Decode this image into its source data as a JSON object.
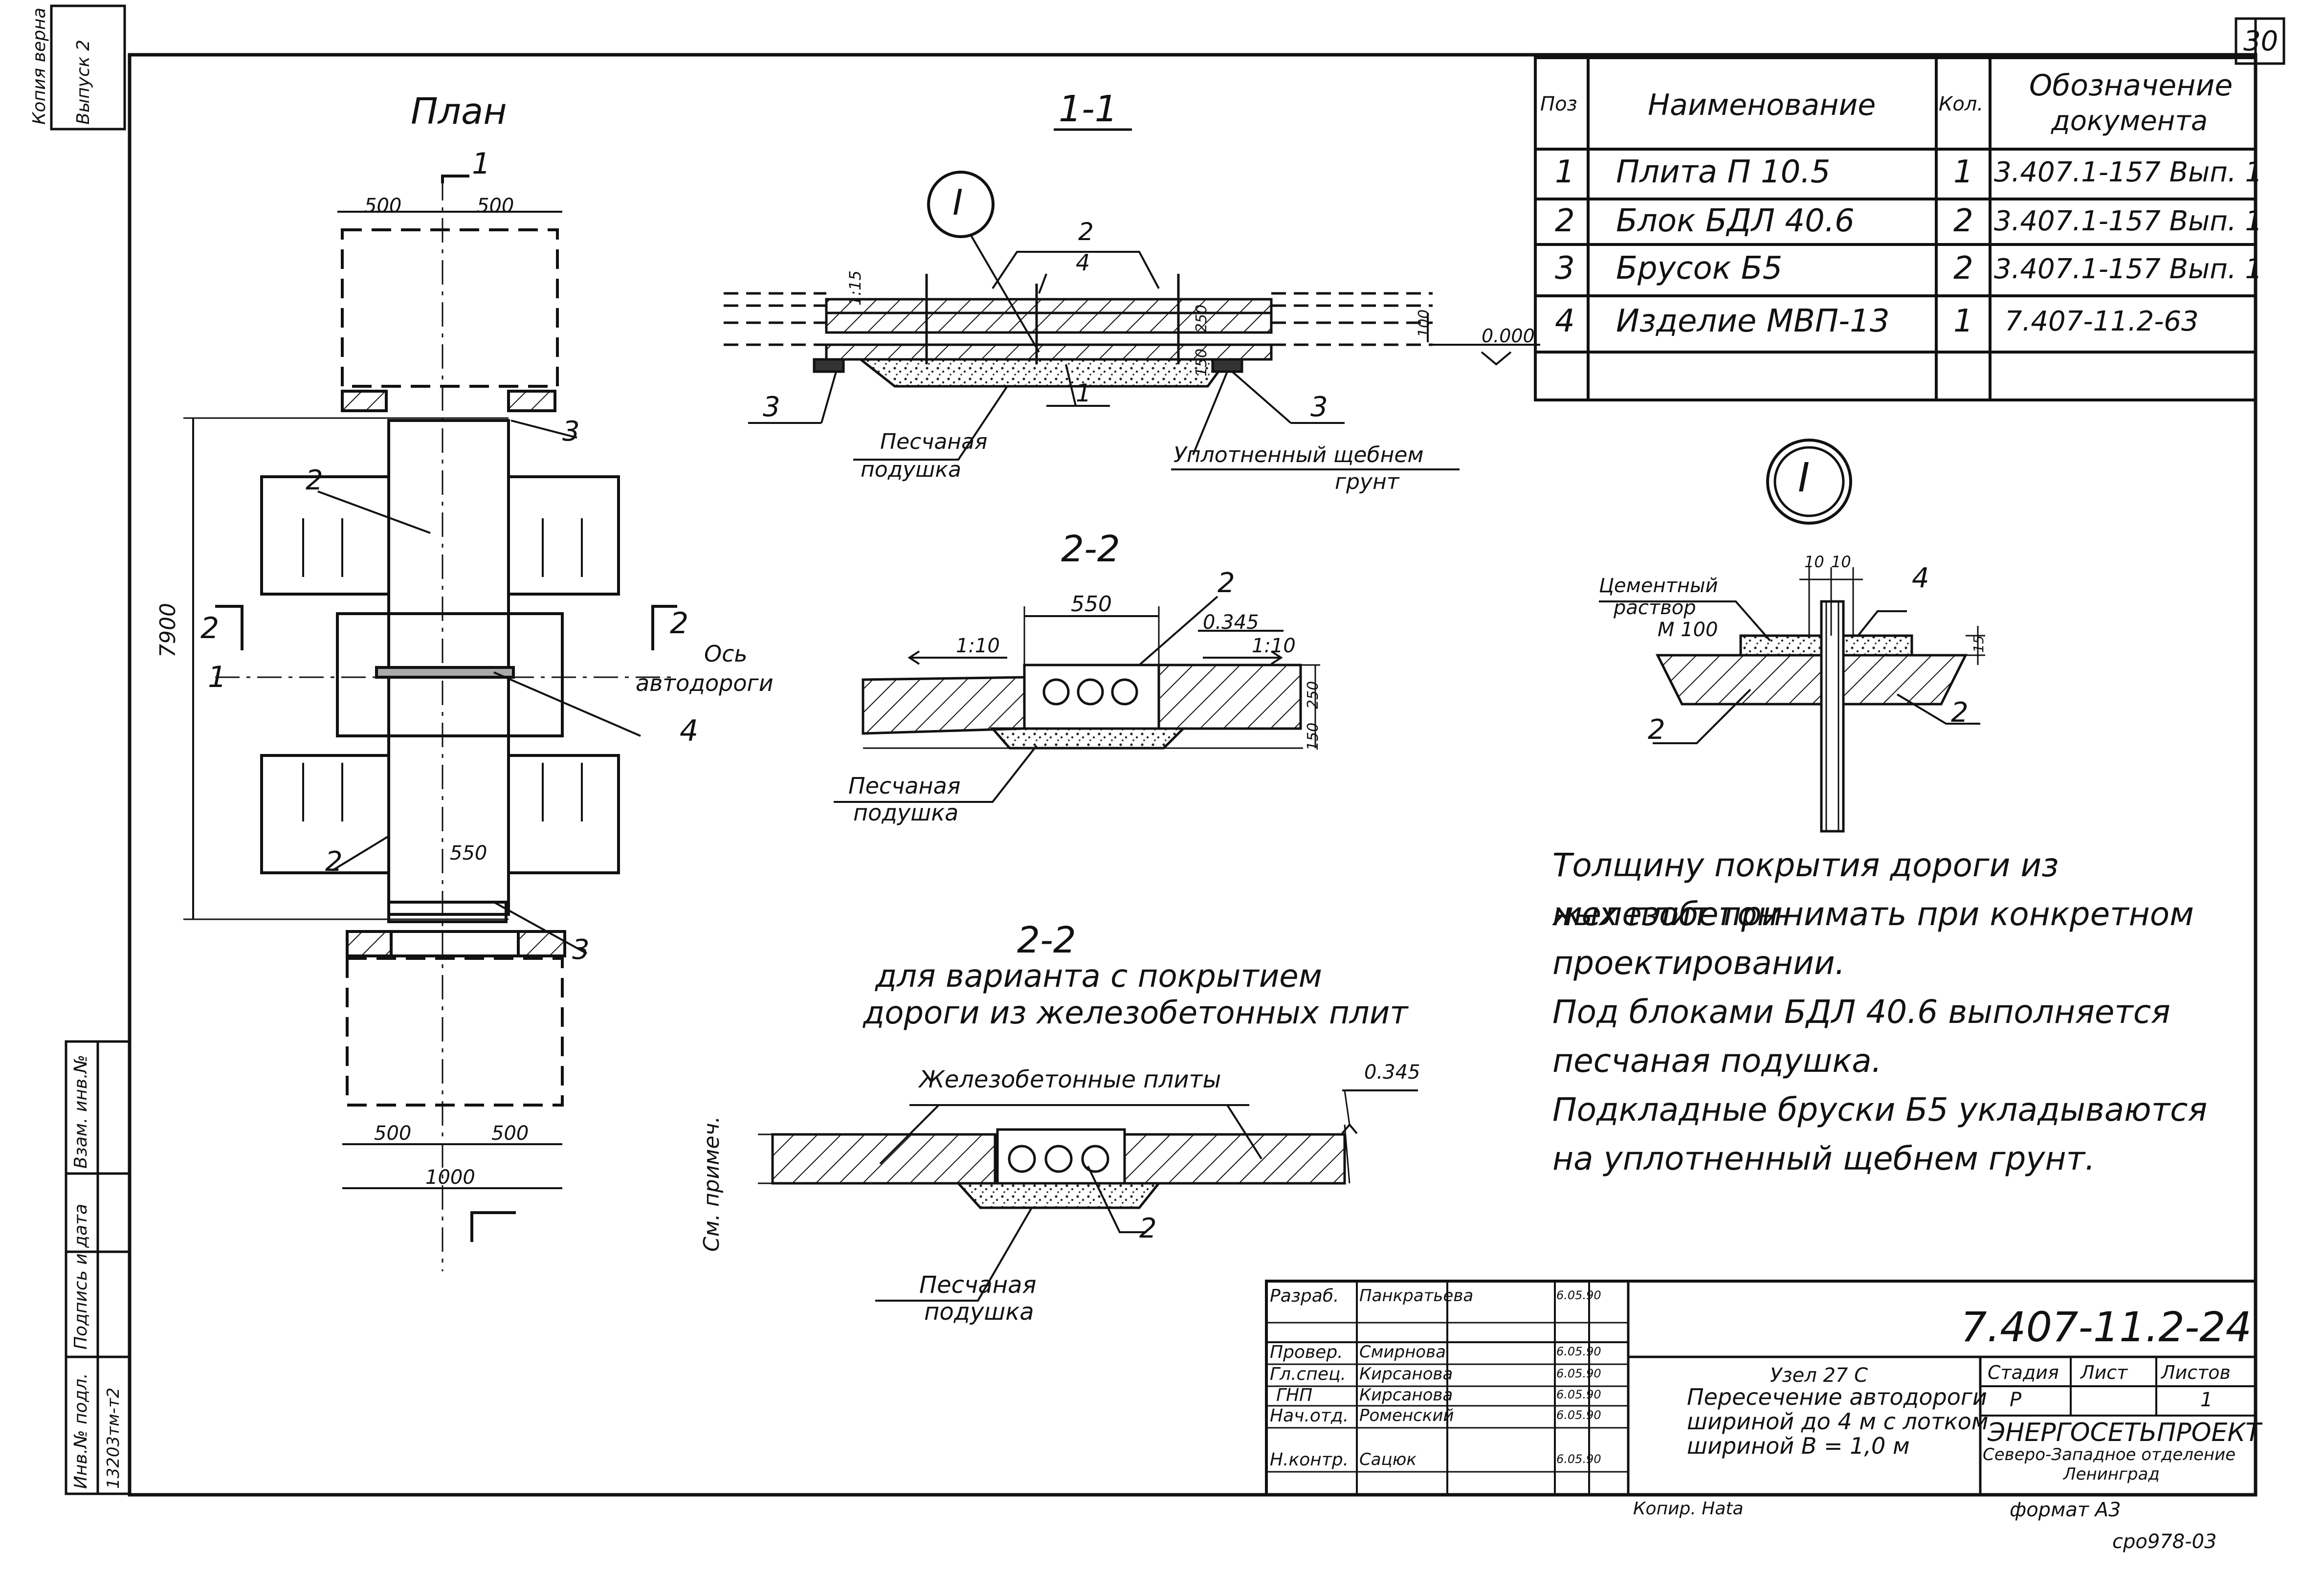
{
  "sheet": {
    "number": "30",
    "stamp_bottom": "сро978-03",
    "format": "формат А3",
    "copied_by": "Копир. Наta"
  },
  "views": {
    "plan_title": "План",
    "section11_title": "1-1",
    "section22_title": "2-2",
    "section22b_title": "2-2",
    "section22b_subtitle1": "для варианта с покрытием",
    "section22b_subtitle2": "дороги из железобетонных плит",
    "detail_marker": "I"
  },
  "plan_labels": {
    "dim_500a": "500",
    "dim_500b": "500",
    "dim_500c": "500",
    "dim_500d": "500",
    "dim_1000": "1000",
    "dim_7900": "7900",
    "dim_550": "550",
    "cut1": "1",
    "cut1b": "1",
    "cut2": "2",
    "cut2b": "2",
    "pos2a": "2",
    "pos2b": "2",
    "pos3a": "3",
    "pos3b": "3",
    "pos4": "4",
    "axis1": "Ось",
    "axis2": "автодороги"
  },
  "section11": {
    "pos2": "2",
    "pos4": "4",
    "pos1": "1",
    "pos3a": "3",
    "pos3b": "3",
    "slope": "1:15",
    "dim_100": "100",
    "dim_150": "150",
    "dim_250": "250",
    "level": "0.000",
    "sand1": "Песчаная",
    "sand2": "подушка",
    "gravel1": "Уплотненный щебнем",
    "gravel2": "грунт"
  },
  "section22": {
    "dim_550": "550",
    "pos2": "2",
    "level": "0.345",
    "slope_l": "1:10",
    "slope_r": "1:10",
    "dim_250": "250",
    "dim_150": "150",
    "sand1": "Песчаная",
    "sand2": "подушка"
  },
  "section22b": {
    "plates": "Железобетонные плиты",
    "level": "0.345",
    "pos2": "2",
    "sand1": "Песчаная",
    "sand2": "подушка"
  },
  "detail": {
    "mortar1": "Цементный",
    "mortar2": "раствор",
    "mortar3": "М 100",
    "dim_10a": "10",
    "dim_10b": "10",
    "pos4": "4",
    "pos2a": "2",
    "pos2b": "2",
    "dim_15": "15"
  },
  "spec": {
    "headers": {
      "pos": "Поз",
      "name": "Наименование",
      "qty": "Кол.",
      "doc1": "Обозначение",
      "doc2": "документа"
    },
    "rows": [
      {
        "pos": "1",
        "name": "Плита   П 10.5",
        "qty": "1",
        "doc": "3.407.1-157  Вып. 1"
      },
      {
        "pos": "2",
        "name": "Блок   БДЛ 40.6",
        "qty": "2",
        "doc": "3.407.1-157  Вып. 1"
      },
      {
        "pos": "3",
        "name": "Брусок   Б5",
        "qty": "2",
        "doc": "3.407.1-157  Вып. 1"
      },
      {
        "pos": "4",
        "name": "Изделие  МВП-13",
        "qty": "1",
        "doc": "7.407-11.2-63"
      }
    ]
  },
  "notes": [
    "Толщину покрытия дороги из железобетон-",
    "ных плит принимать при конкретном",
    "проектировании.",
    "Под блоками БДЛ 40.6 выполняется",
    "песчаная подушка.",
    "Подкладные бруски Б5 укладываются",
    "на уплотненный щебнем грунт."
  ],
  "title_block": {
    "doc_number": "7.407-11.2-24",
    "title1": "Узел 27 С",
    "title2": "Пересечение автодороги",
    "title3": "шириной до 4 м с лотком",
    "title4": "шириной   В = 1,0 м",
    "stage_h": "Стадия",
    "sheet_h": "Лист",
    "sheets_h": "Листов",
    "stage": "Р",
    "sheet": "1",
    "org1": "ЭНЕРГОСЕТЬПРОЕКТ",
    "org2": "Северо-Западное отделение",
    "org3": "Ленинград",
    "people": [
      {
        "role": "Разраб.",
        "name": "Панкратьева",
        "date": "6.05.90"
      },
      {
        "role": "Провер.",
        "name": "Смирнова",
        "date": "6.05.90"
      },
      {
        "role": "Гл.спец.",
        "name": "Кирсанова",
        "date": "6.05.90"
      },
      {
        "role": "ГНП",
        "name": "Кирсанова",
        "date": "6.05.90"
      },
      {
        "role": "Нач.отд.",
        "name": "Роменский",
        "date": "6.05.90"
      },
      {
        "role": "Н.контр.",
        "name": "Сацюк",
        "date": "6.05.90"
      }
    ]
  },
  "left_strip": {
    "inv": "Инв.№ подл.",
    "sign": "Подпись и дата",
    "vzam": "Взам. инв.№",
    "inv_value": "13203тм-т2",
    "primen": "См. примеч.",
    "copy_note": "Копия верна",
    "issue": "Выпуск 2"
  }
}
